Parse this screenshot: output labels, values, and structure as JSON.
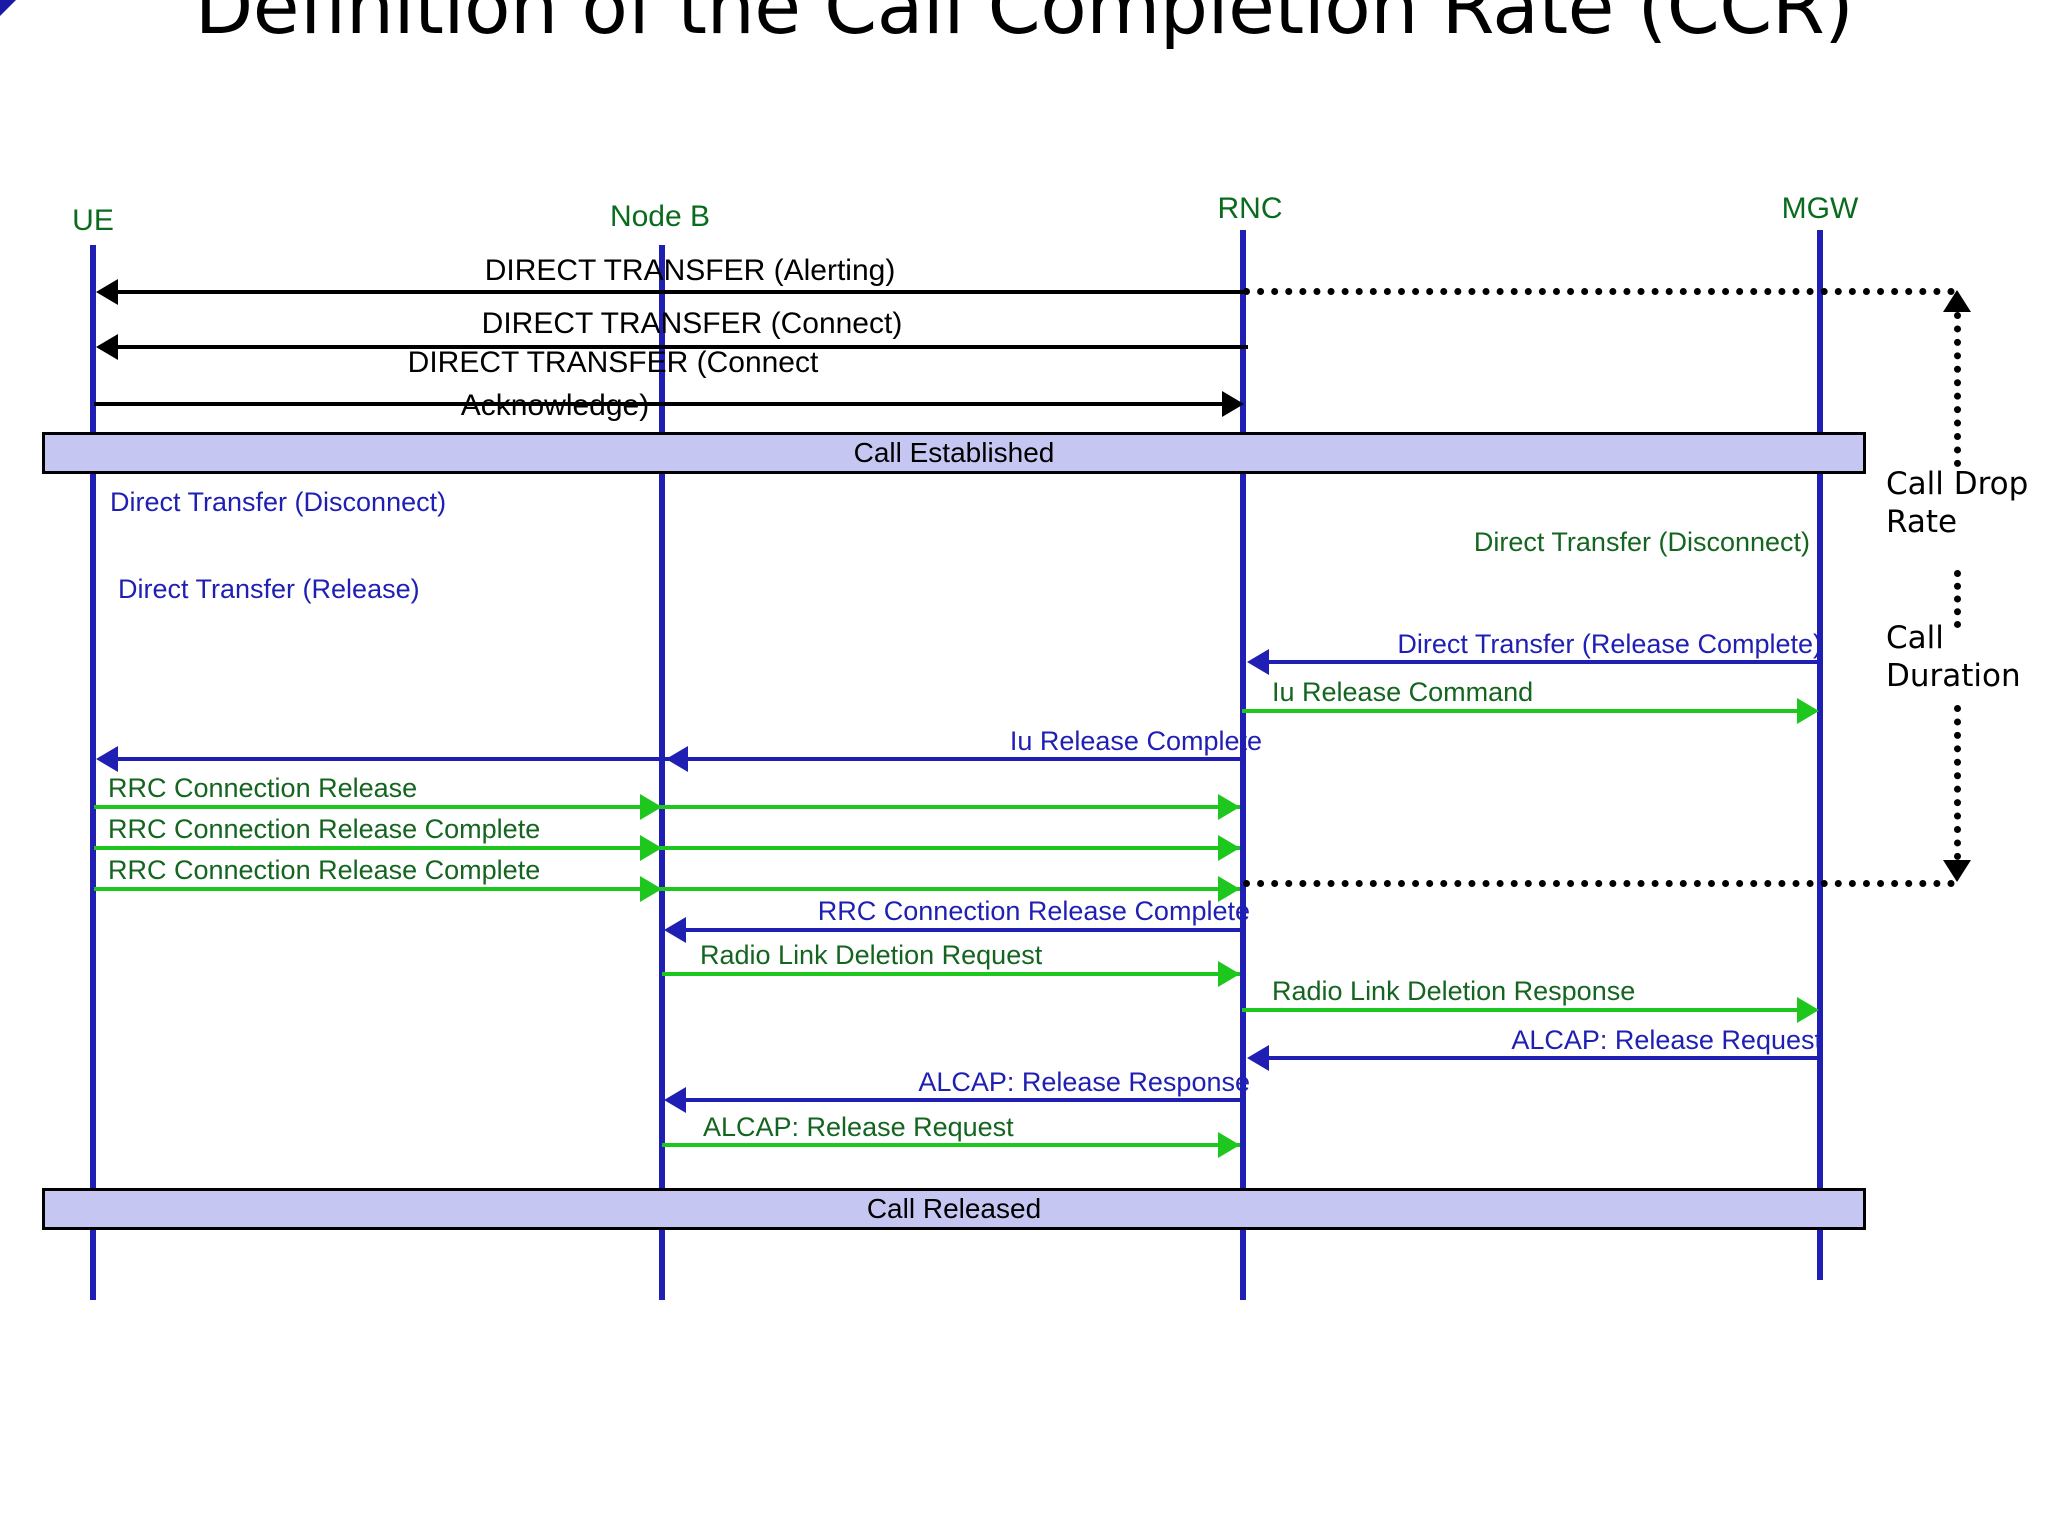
{
  "slide": {
    "title": "Definition of the Call Completion Rate\n(CCR)"
  },
  "actors": [
    {
      "id": "ue",
      "label": "UE"
    },
    {
      "id": "nodeb",
      "label": "Node B"
    },
    {
      "id": "rnc",
      "label": "RNC"
    },
    {
      "id": "mgw",
      "label": "MGW"
    }
  ],
  "phase_bars": [
    {
      "id": "call-established",
      "label": "Call Established"
    },
    {
      "id": "call-released",
      "label": "Call Released"
    }
  ],
  "messages": [
    {
      "id": "m1",
      "label": "DIRECT TRANSFER (Alerting)",
      "color": "black"
    },
    {
      "id": "m2",
      "label": "DIRECT TRANSFER (Connect)",
      "color": "black"
    },
    {
      "id": "m3",
      "label": "DIRECT TRANSFER (Connect",
      "color": "black"
    },
    {
      "id": "m3b",
      "label": "Acknowledge)",
      "color": "black"
    },
    {
      "id": "m4",
      "label": "Direct Transfer (Disconnect)",
      "color": "blue"
    },
    {
      "id": "m5",
      "label": "Direct Transfer (Release)",
      "color": "green"
    },
    {
      "id": "m6",
      "label": "Direct Transfer (Release Complete)",
      "color": "blue"
    },
    {
      "id": "m7",
      "label": "Iu Release Command",
      "color": "blue"
    },
    {
      "id": "m8",
      "label": "Iu Release Complete",
      "color": "green"
    },
    {
      "id": "m9",
      "label": "RRC Connection Release",
      "color": "blue"
    },
    {
      "id": "m10",
      "label": "RRC Connection Release Complete",
      "color": "green"
    },
    {
      "id": "m11",
      "label": "RRC Connection Release Complete",
      "color": "green"
    },
    {
      "id": "m12",
      "label": "RRC Connection Release Complete",
      "color": "green"
    },
    {
      "id": "m13",
      "label": "Radio Link Deletion Request",
      "color": "blue"
    },
    {
      "id": "m14",
      "label": "Radio Link Deletion Response",
      "color": "green"
    },
    {
      "id": "m15",
      "label": "ALCAP: Release Request",
      "color": "green"
    },
    {
      "id": "m16",
      "label": "ALCAP: Release Response",
      "color": "blue"
    },
    {
      "id": "m17",
      "label": "ALCAP: Release Request",
      "color": "blue"
    },
    {
      "id": "m18",
      "label": "ALCAP: Release Response",
      "color": "green"
    }
  ],
  "annotations": [
    {
      "id": "call-drop-rate",
      "label": "Call Drop\nRate"
    },
    {
      "id": "call-duration",
      "label": "Call\nDuration"
    }
  ],
  "colors": {
    "actor_label": "#0a6b1e",
    "lifeline": "#1f1fb4",
    "phase_bar_fill": "#c6c6f2",
    "message_blue": "#1f1fb4",
    "message_green": "#1ec71e",
    "message_green_text": "#14651f",
    "message_black": "#000000",
    "background": "#ffffff"
  }
}
